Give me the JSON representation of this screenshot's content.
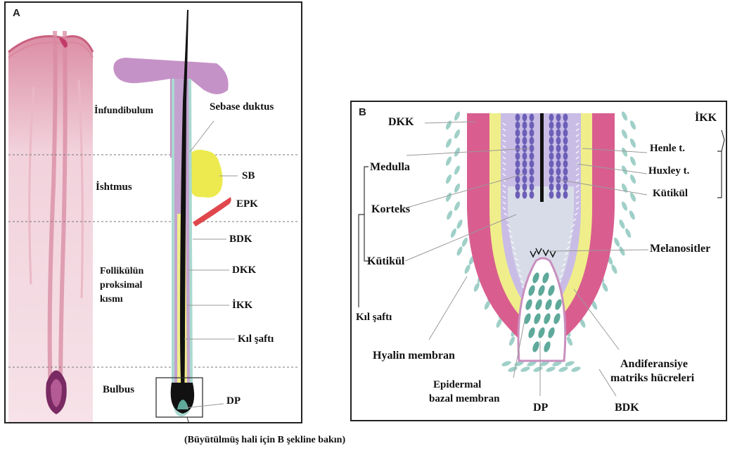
{
  "panel_a": {
    "letter": "A",
    "regions": {
      "infundibulum": "İnfundibulum",
      "isthmus": "İshtmus",
      "proximal_line1": "Follikülün",
      "proximal_line2": "proksimal",
      "proximal_line3": "kısmı",
      "bulb": "Bulbus"
    },
    "labels": {
      "sebaceous_duct": "Sebase duktus",
      "sb": "SB",
      "epk": "EPK",
      "bdk": "BDK",
      "dkk": "DKK",
      "ikk": "İKK",
      "hair_shaft": "Kıl şaftı",
      "dp": "DP"
    }
  },
  "caption": "(Büyütülmüş hali için B şekline bakın)",
  "panel_b": {
    "letter": "B",
    "labels": {
      "dkk": "DKK",
      "ikk": "İKK",
      "henle": "Henle t.",
      "huxley": "Huxley t.",
      "cuticle_right": "Kütikül",
      "medulla": "Medulla",
      "cortex": "Korteks",
      "cuticle_left": "Kütikül",
      "melanocytes": "Melanositler",
      "hair_shaft": "Kıl şaftı",
      "hyaline": "Hyalin membran",
      "undiff_line1": "Andiferansiye",
      "undiff_line2": "matriks hücreleri",
      "epi_line1": "Epidermal",
      "epi_line2": "bazal membran",
      "dp": "DP",
      "bdk": "BDK"
    }
  },
  "colors": {
    "outer_sheath": "#d95e8f",
    "companion_layer": "#f0ee8a",
    "inner_sheath": "#b4a6d6",
    "medulla": "#6c5fb8",
    "hair_shaft": "#111111",
    "papilla": "#5ea99a",
    "connective": "#9fd0c8",
    "matrix": "#d8dce8",
    "epidermis": "#c592c7",
    "sebaceous_gland": "#ecea4e",
    "arrector_pili": "#e0474c",
    "histology": "#e8a4b4"
  }
}
